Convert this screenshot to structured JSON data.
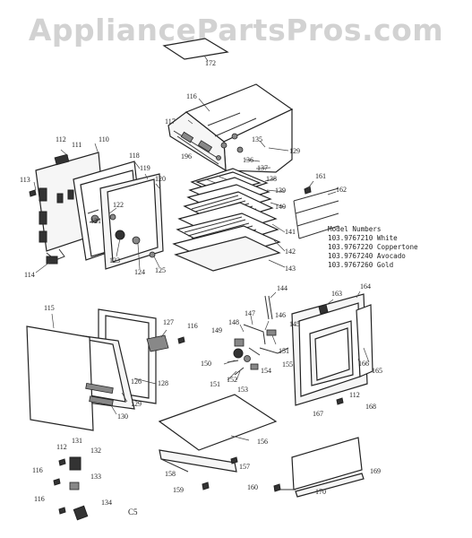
{
  "watermark": "AppliancePartsPros.com",
  "model_heading": "Model Numbers",
  "models": [
    {
      "number": "103.9767210",
      "color": "White"
    },
    {
      "number": "103.9767220",
      "color": "Coppertone"
    },
    {
      "number": "103.9767240",
      "color": "Avocado"
    },
    {
      "number": "103.9767260",
      "color": "Gold"
    }
  ],
  "page_code": "C5",
  "part_labels": [
    "172",
    "116",
    "117",
    "135",
    "196",
    "136",
    "129",
    "137",
    "138",
    "139",
    "140",
    "161",
    "162",
    "112",
    "111",
    "110",
    "113",
    "118",
    "119",
    "120",
    "122",
    "121",
    "123",
    "124",
    "125",
    "141",
    "142",
    "143",
    "114",
    "144",
    "163",
    "164",
    "115",
    "127",
    "116",
    "148",
    "147",
    "146",
    "145",
    "149",
    "151",
    "150",
    "155",
    "154",
    "153",
    "152",
    "151",
    "126",
    "128",
    "129",
    "130",
    "166",
    "165",
    "112",
    "167",
    "168",
    "131",
    "132",
    "112",
    "116",
    "133",
    "134",
    "116",
    "156",
    "157",
    "158",
    "159",
    "160",
    "170",
    "169"
  ]
}
